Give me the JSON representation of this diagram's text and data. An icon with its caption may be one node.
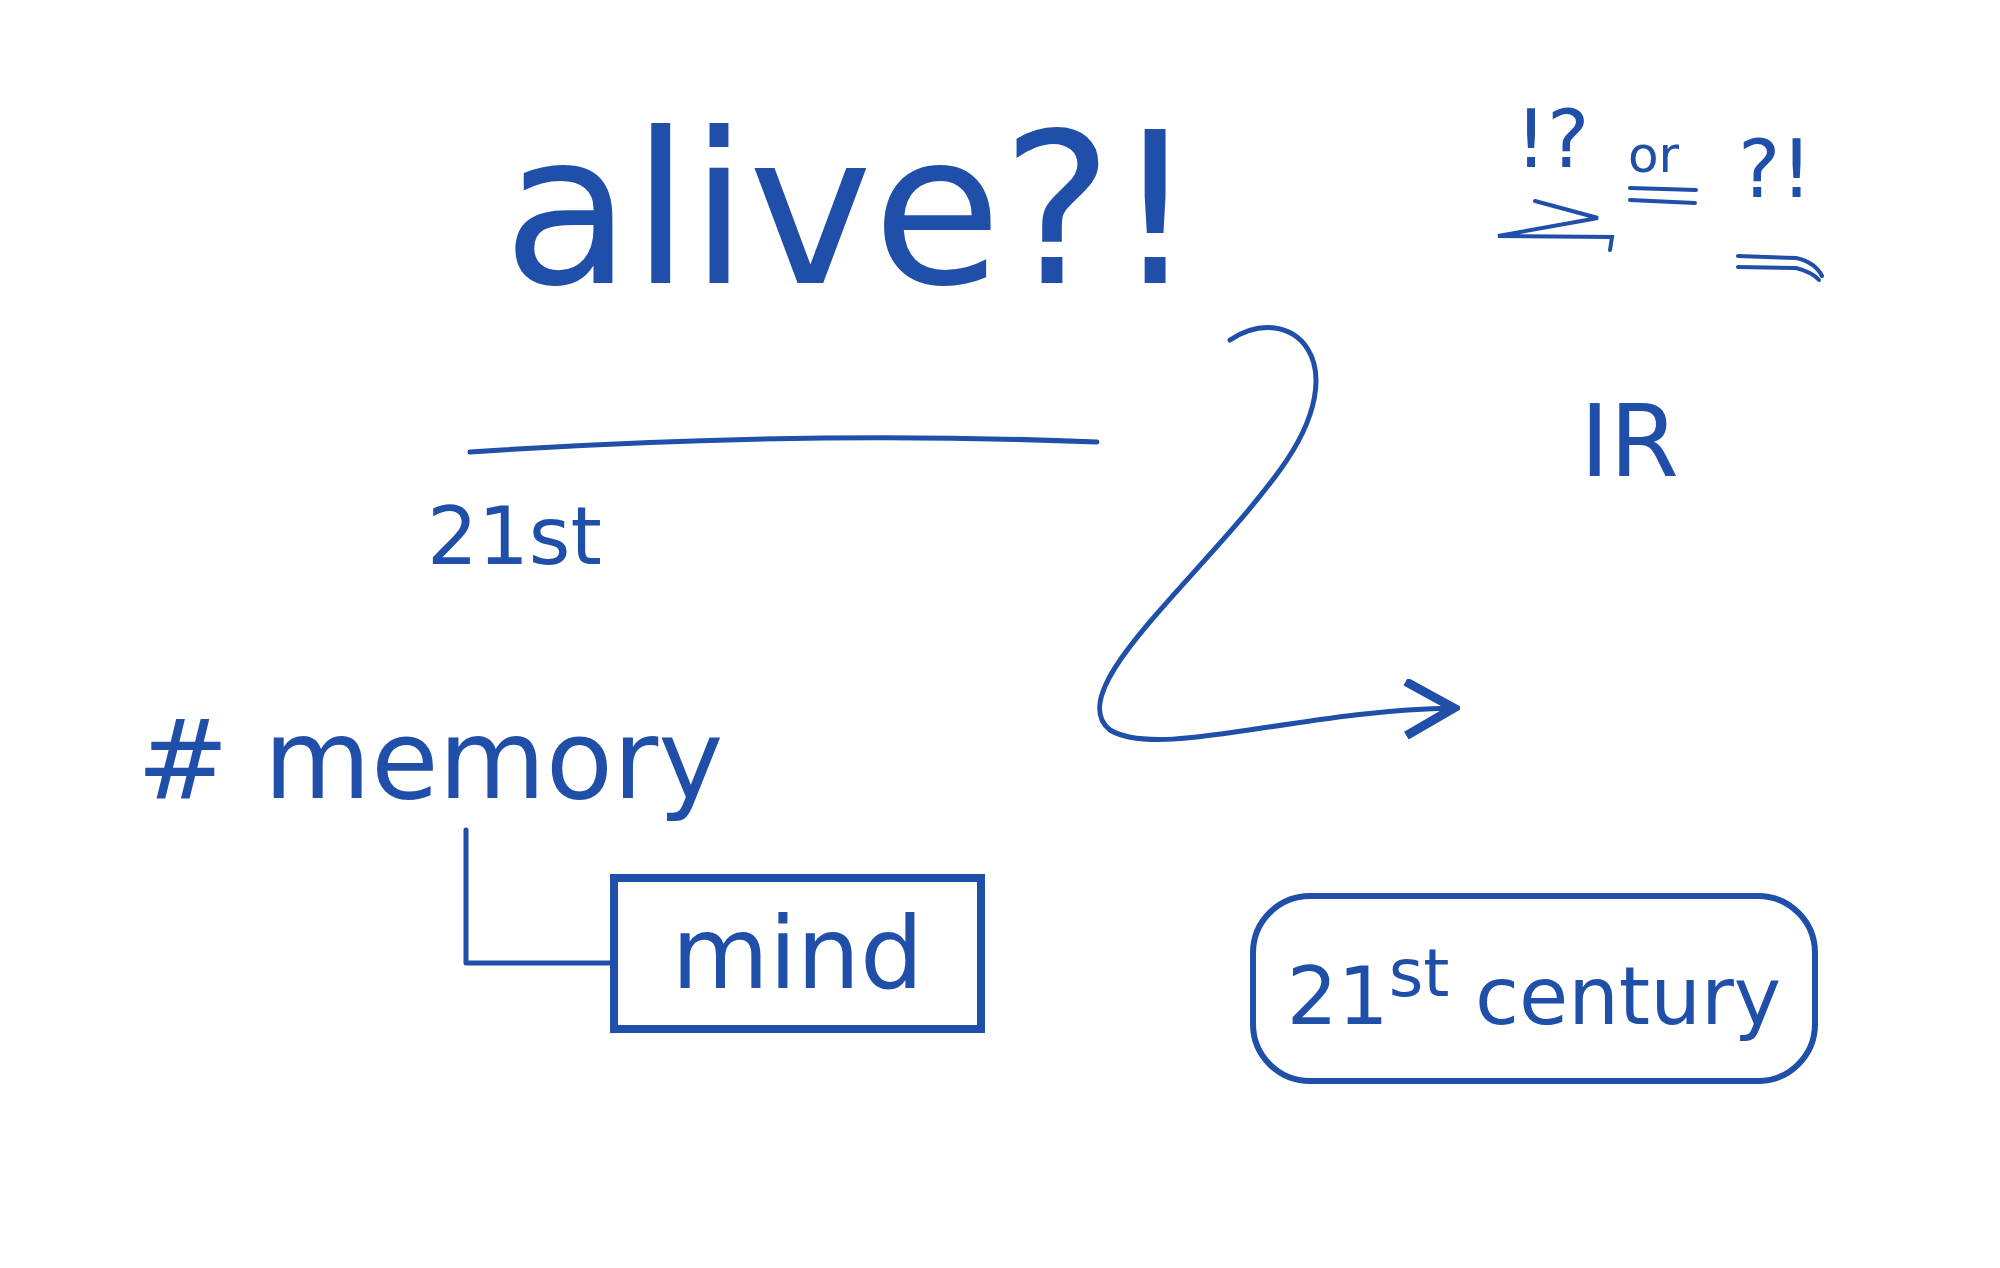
{
  "diagram": {
    "nodes": [
      {
        "text": [
          "alive?!"
        ]
      },
      {
        "text": [
          "# memory"
        ]
      },
      {
        "text": [
          "mind"
        ]
      },
      {
        "text": [
          "21$^{st}$ century"
        ]
      }
    ],
    "edges": [
      {
        "from": 0,
        "to": null,
        "arrow": "to"
      },
      {
        "from": 1,
        "to": 2,
        "arrow": "none"
      }
    ],
    "labels": [
      "21st",
      "!?",
      "or",
      "?!",
      "IR"
    ]
  }
}
